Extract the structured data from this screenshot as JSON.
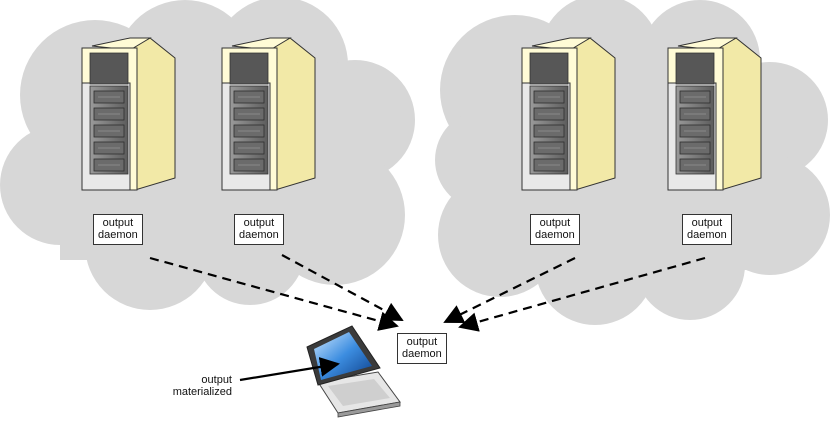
{
  "diagram": {
    "server_daemon_labels": [
      [
        "output",
        "daemon"
      ],
      [
        "output",
        "daemon"
      ],
      [
        "output",
        "daemon"
      ],
      [
        "output",
        "daemon"
      ]
    ],
    "central_daemon_label": [
      "output",
      "daemon"
    ],
    "laptop_caption": [
      "output",
      "materialized"
    ],
    "colors": {
      "cloud": "#d7d7d7",
      "server_front": "#fffbd6",
      "server_side": "#f2e9a7",
      "rack_dark": "#6b6b6b",
      "arrow": "#000000"
    },
    "icons": [
      "cloud-icon",
      "server-icon",
      "laptop-icon",
      "dashed-arrow"
    ]
  }
}
